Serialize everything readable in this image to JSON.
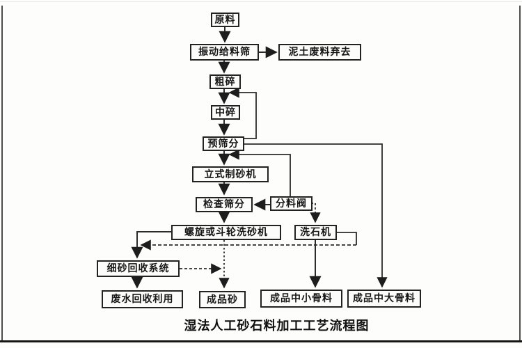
{
  "diagram": {
    "title": "湿法人工砂石料加工工艺流程图",
    "nodes": {
      "raw_material": "原料",
      "vibrating_feeder": "振动给料筛",
      "soil_waste": "泥土废料弃去",
      "coarse_crushing": "粗碎",
      "medium_crushing": "中碎",
      "pre_screening": "预筛分",
      "vertical_sand_maker": "立式制砂机",
      "check_screening": "检查筛分",
      "splitter_valve": "分料阀",
      "sand_washer": "螺旋或斗轮洗砂机",
      "stone_washer": "洗石机",
      "fine_sand_recovery": "细砂回收系统",
      "wastewater_reuse": "废水回收利用",
      "finished_sand": "成品砂",
      "finished_mid_small_aggregate": "成品中小骨料",
      "finished_mid_large_aggregate": "成品中大骨料"
    },
    "colors": {
      "line": "#2b2b2b",
      "box_border": "#222222",
      "text": "#161616",
      "paper": "#fdfdfc"
    }
  }
}
